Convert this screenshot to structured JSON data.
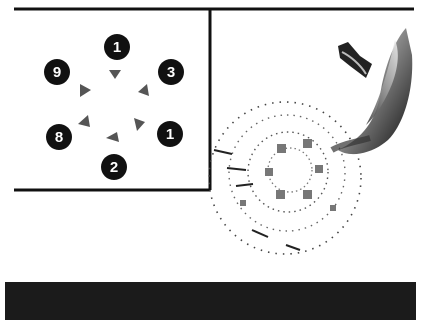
{
  "diagram": {
    "numbered_markers": [
      {
        "label": "1"
      },
      {
        "label": "3"
      },
      {
        "label": "9"
      },
      {
        "label": "1"
      },
      {
        "label": "8"
      },
      {
        "label": "2"
      }
    ],
    "colors": {
      "ink": "#111111",
      "arrow": "#555555",
      "background": "#ffffff",
      "bar": "#1b1b1b"
    },
    "icon": "swirl-wing-icon"
  },
  "status_bar": {
    "text": ""
  }
}
